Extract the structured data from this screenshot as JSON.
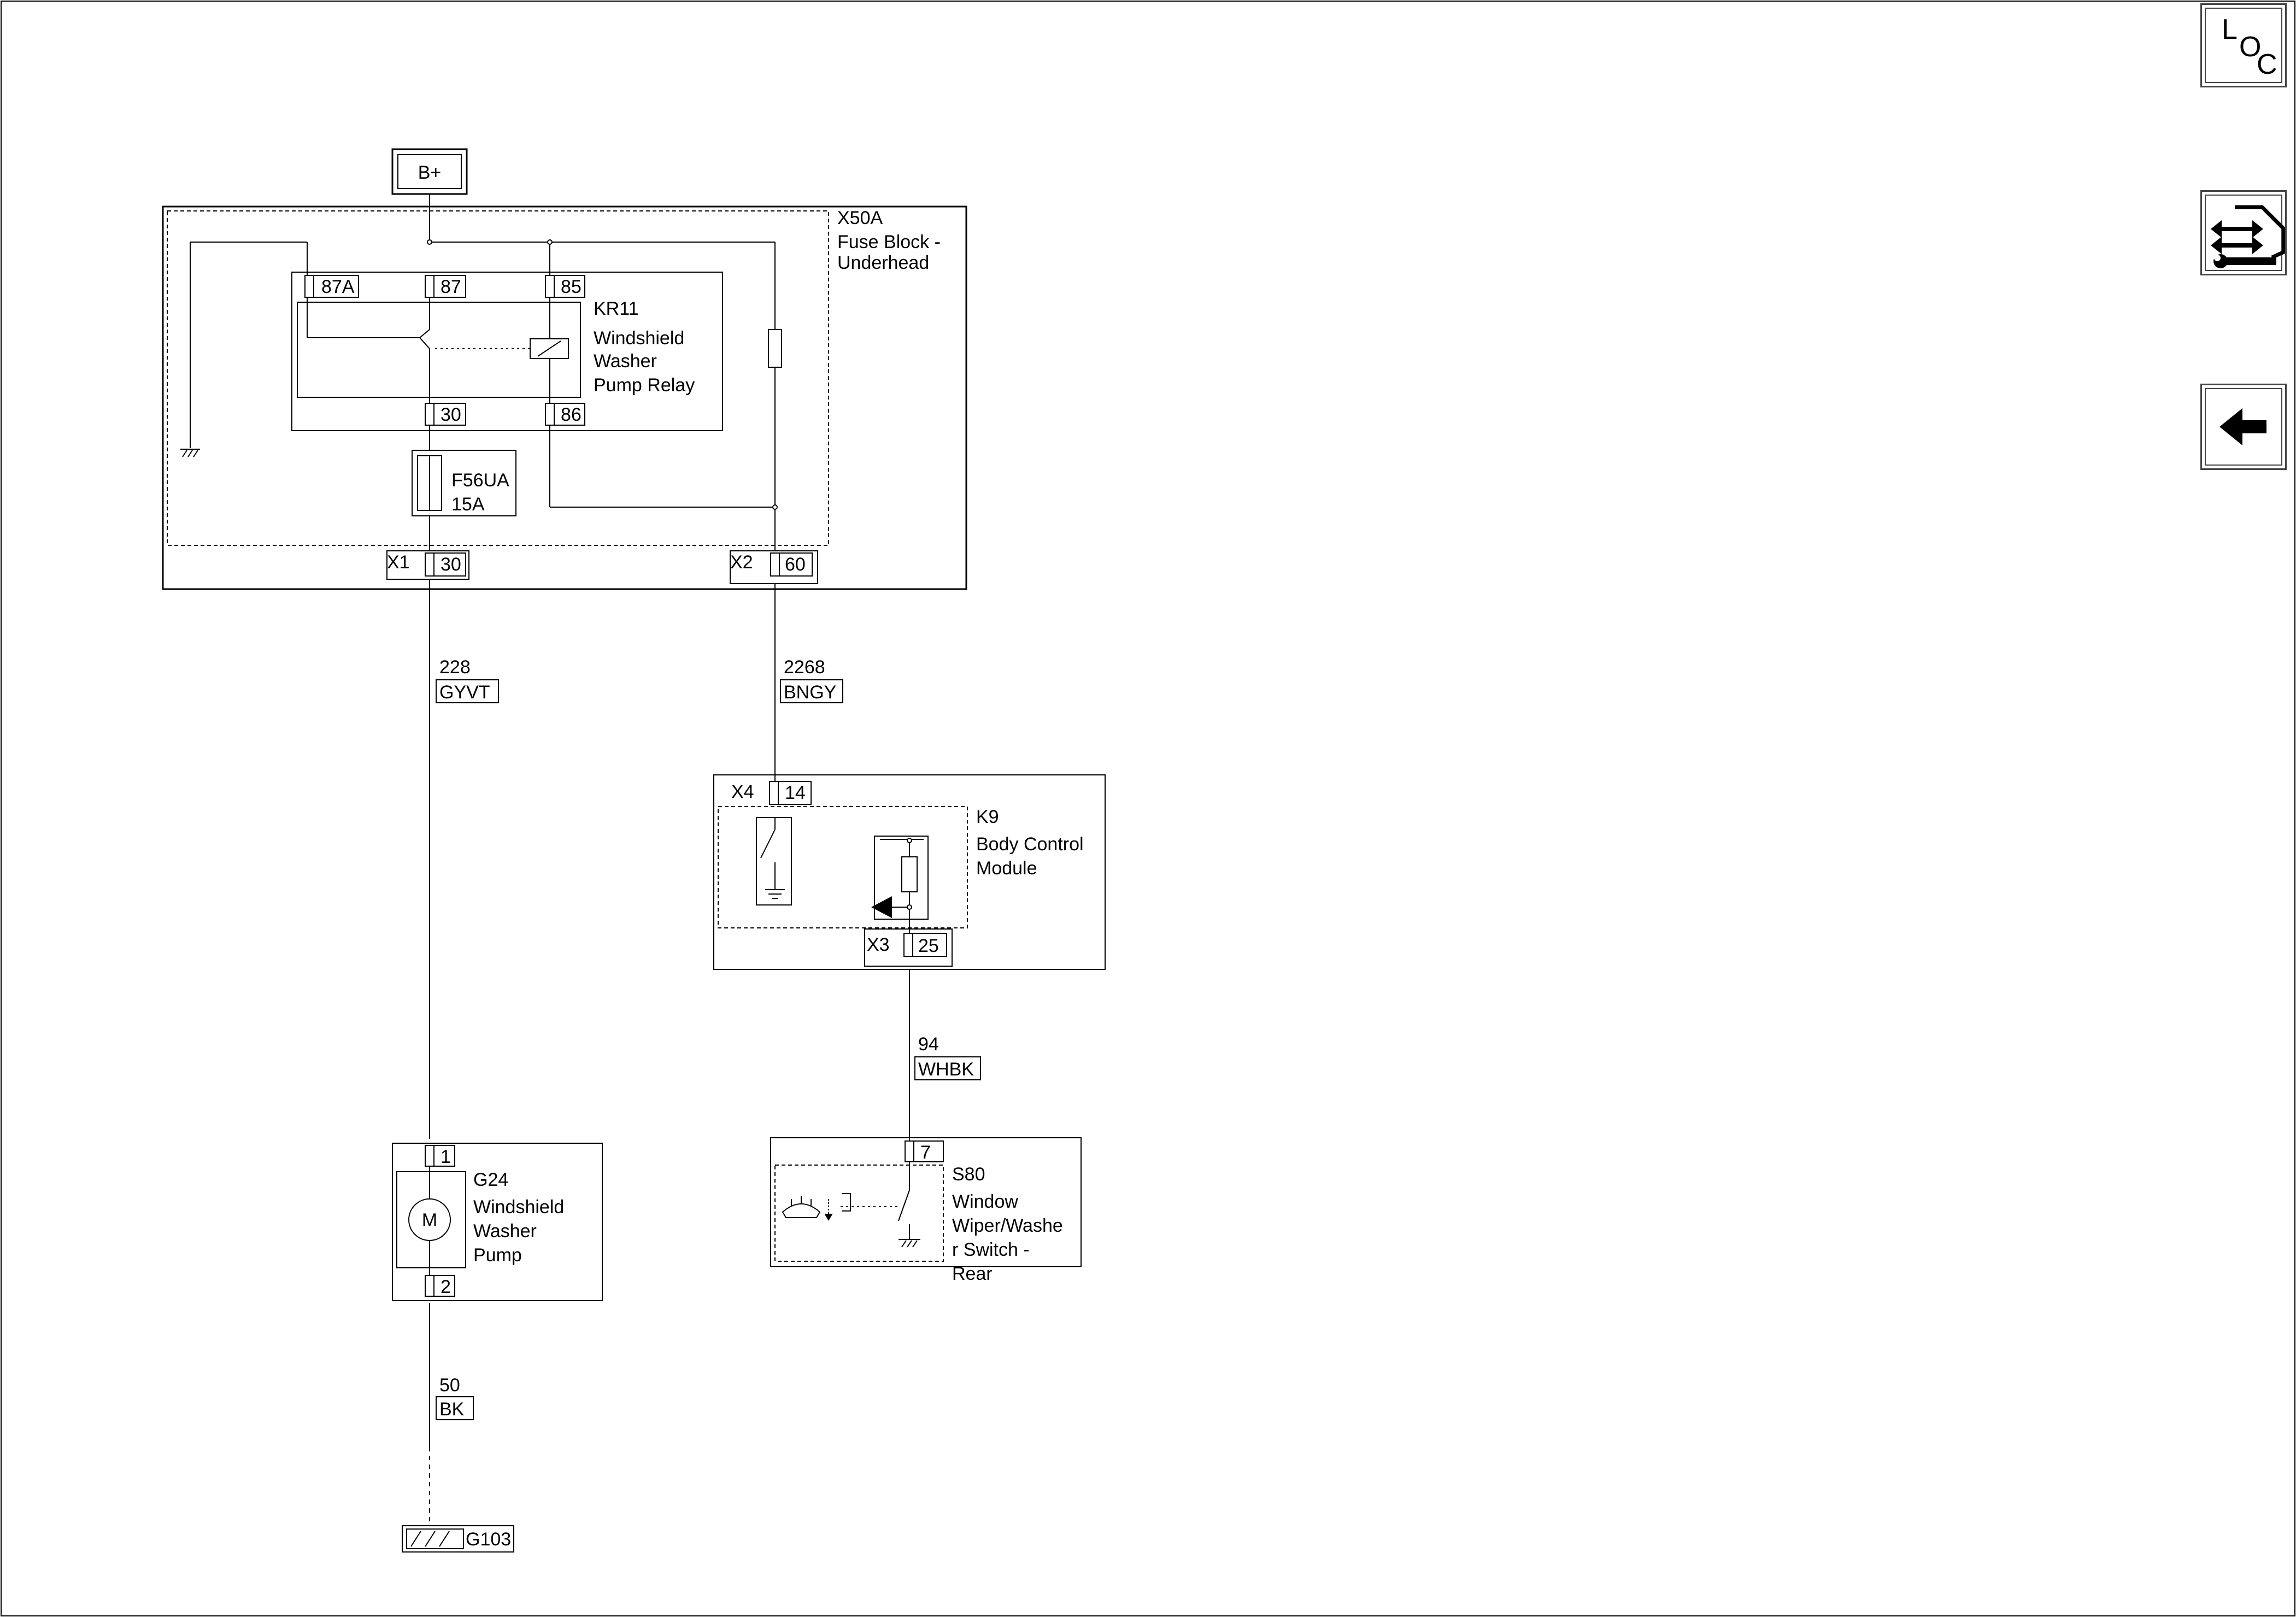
{
  "supply": {
    "label": "B+"
  },
  "fuse_block": {
    "ref": "X50A",
    "name_line1": "Fuse Block -",
    "name_line2": "Underhead"
  },
  "relay": {
    "ref": "KR11",
    "name_line1": "Windshield",
    "name_line2": "Washer",
    "name_line3": "Pump Relay",
    "pin_87a": "87A",
    "pin_87": "87",
    "pin_85": "85",
    "pin_30": "30",
    "pin_86": "86"
  },
  "fuse": {
    "ref": "F56UA",
    "rating": "15A"
  },
  "connector_x1": {
    "ref": "X1",
    "pin": "30"
  },
  "connector_x2": {
    "ref": "X2",
    "pin": "60"
  },
  "wire_228": {
    "circuit": "228",
    "color": "GYVT"
  },
  "wire_2268": {
    "circuit": "2268",
    "color": "BNGY"
  },
  "bcm": {
    "ref": "K9",
    "name_line1": "Body Control",
    "name_line2": "Module",
    "conn_x4": "X4",
    "pin_x4": "14",
    "conn_x3": "X3",
    "pin_x3": "25"
  },
  "wire_94": {
    "circuit": "94",
    "color": "WHBK"
  },
  "pump": {
    "ref": "G24",
    "name_line1": "Windshield",
    "name_line2": "Washer",
    "name_line3": "Pump",
    "pin_1": "1",
    "pin_2": "2",
    "motor_symbol": "M"
  },
  "switch": {
    "ref": "S80",
    "name_line1": "Window",
    "name_line2": "Wiper/Washe",
    "name_line3": "r Switch -",
    "name_line4": "Rear",
    "pin": "7"
  },
  "wire_50": {
    "circuit": "50",
    "color": "BK"
  },
  "ground": {
    "ref": "G103"
  },
  "nav": {
    "loc_l": "L",
    "loc_o": "O",
    "loc_c": "C",
    "loc_icon": "location-view-icon",
    "diagnostic_icon": "connector-wrench-icon",
    "back_icon": "back-arrow-icon"
  }
}
